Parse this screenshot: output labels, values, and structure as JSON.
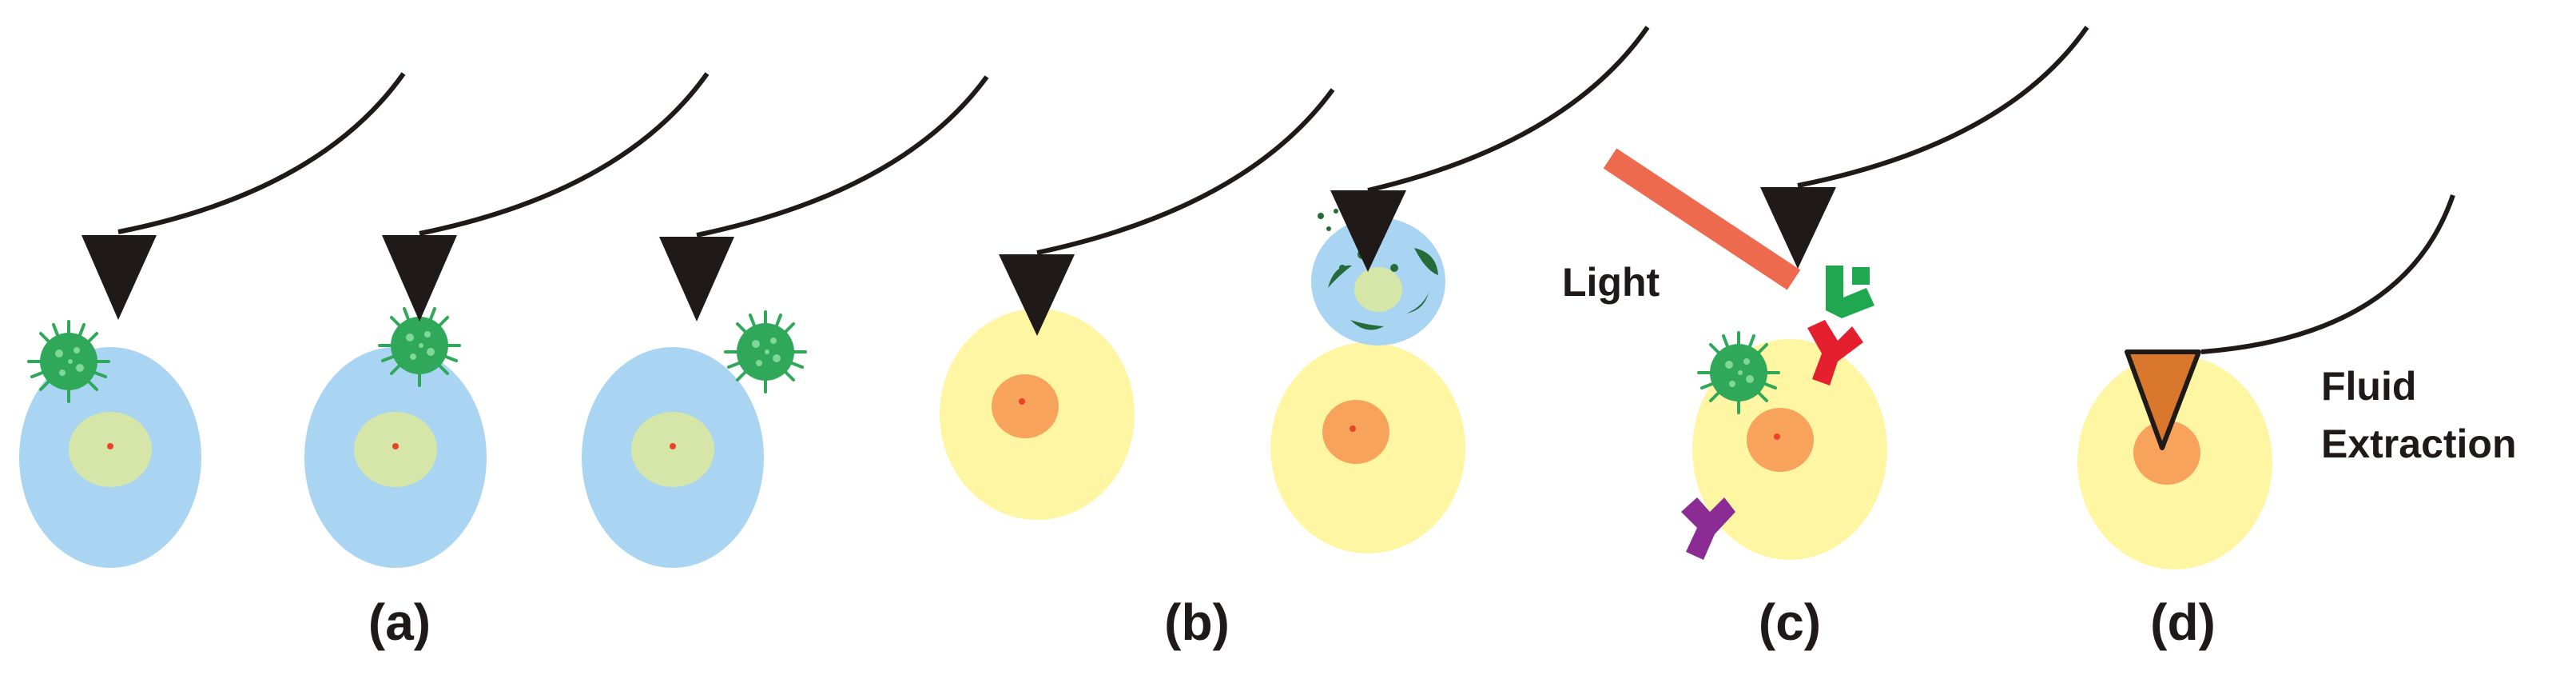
{
  "panels": [
    {
      "label": "(a)"
    },
    {
      "label": "(b)"
    },
    {
      "label": "(c)"
    },
    {
      "label": "(d)"
    }
  ],
  "annotations": {
    "light": "Light",
    "fluid_line1": "Fluid",
    "fluid_line2": "Extraction"
  },
  "colors": {
    "cantilever": "#1f1a17",
    "cell_blue": "#a9d4f2",
    "nucleus_blue": "#d6e6a8",
    "cell_yellow": "#fff6a3",
    "nucleus_orange": "#f7a35c",
    "nucleolus": "#e8442c",
    "virus": "#2fa85a",
    "light_beam": "#ee6a4e",
    "antibody_green": "#1fa84f",
    "antibody_red": "#e5202e",
    "antibody_purple": "#8a2c93",
    "fluid_tip": "#d9782c"
  }
}
